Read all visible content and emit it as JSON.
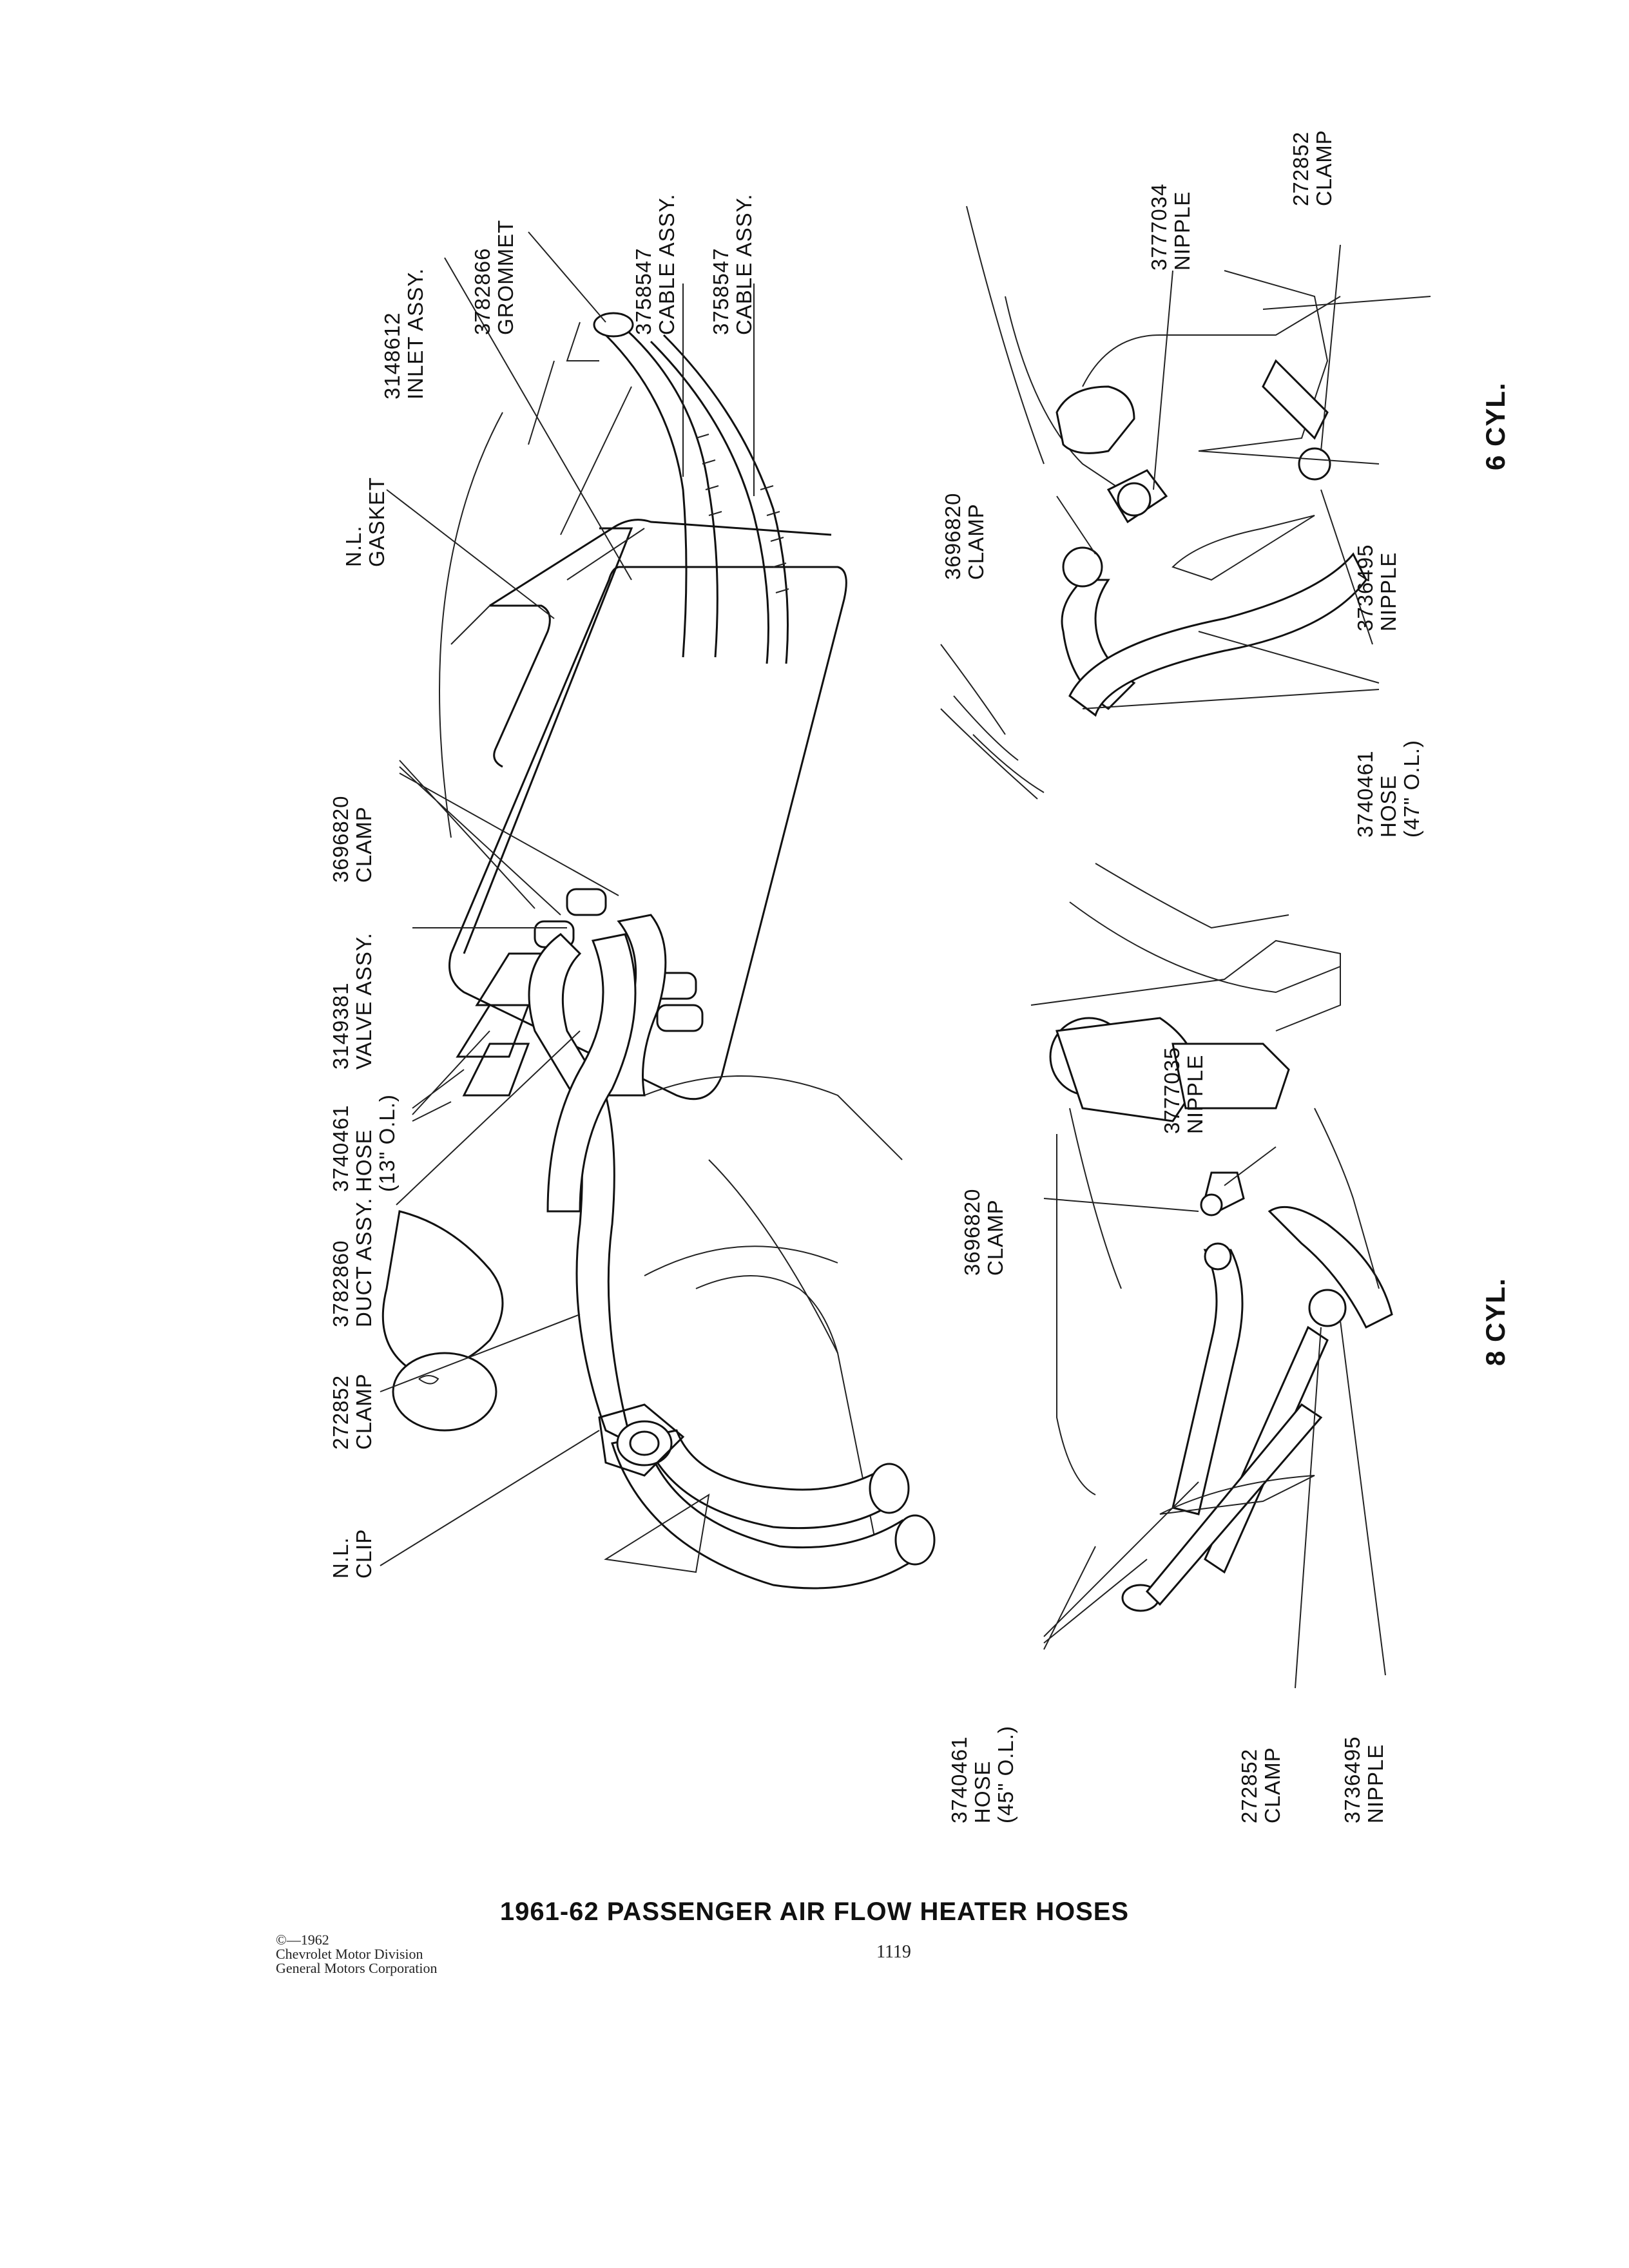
{
  "title": "1961-62 PASSENGER AIR FLOW HEATER HOSES",
  "copyright": {
    "line1": "©—1962",
    "line2": "Chevrolet Motor Division",
    "line3": "General Motors Corporation"
  },
  "page_number": "1119",
  "views": {
    "v8": "8 CYL.",
    "v6": "6 CYL."
  },
  "callouts": [
    {
      "id": "nl-clip",
      "l1": "N.L.",
      "l2": "CLIP",
      "l3": ""
    },
    {
      "id": "clamp-272852-a",
      "l1": "272852",
      "l2": "CLAMP",
      "l3": ""
    },
    {
      "id": "duct-assy",
      "l1": "3782860",
      "l2": "DUCT ASSY.",
      "l3": ""
    },
    {
      "id": "hose-13",
      "l1": "3740461",
      "l2": "HOSE",
      "l3": "(13\" O.L.)"
    },
    {
      "id": "valve-assy",
      "l1": "3149381",
      "l2": "VALVE ASSY.",
      "l3": ""
    },
    {
      "id": "clamp-3696820-a",
      "l1": "3696820",
      "l2": "CLAMP",
      "l3": ""
    },
    {
      "id": "nl-gasket",
      "l1": "N.L.",
      "l2": "GASKET",
      "l3": ""
    },
    {
      "id": "inlet-assy",
      "l1": "3148612",
      "l2": "INLET ASSY.",
      "l3": ""
    },
    {
      "id": "grommet",
      "l1": "3782866",
      "l2": "GROMMET",
      "l3": ""
    },
    {
      "id": "cable-assy-a",
      "l1": "3758547",
      "l2": "CABLE ASSY.",
      "l3": ""
    },
    {
      "id": "cable-assy-b",
      "l1": "3758547",
      "l2": "CABLE ASSY.",
      "l3": ""
    },
    {
      "id": "hose-45",
      "l1": "3740461",
      "l2": "HOSE",
      "l3": "(45\" O.L.)"
    },
    {
      "id": "clamp-3696820-b",
      "l1": "3696820",
      "l2": "CLAMP",
      "l3": ""
    },
    {
      "id": "nipple-3777035",
      "l1": "3777035",
      "l2": "NIPPLE",
      "l3": ""
    },
    {
      "id": "clamp-272852-b",
      "l1": "272852",
      "l2": "CLAMP",
      "l3": ""
    },
    {
      "id": "nipple-3736495-a",
      "l1": "3736495",
      "l2": "NIPPLE",
      "l3": ""
    },
    {
      "id": "clamp-3696820-c",
      "l1": "3696820",
      "l2": "CLAMP",
      "l3": ""
    },
    {
      "id": "nipple-3777034",
      "l1": "3777034",
      "l2": "NIPPLE",
      "l3": ""
    },
    {
      "id": "clamp-272852-c",
      "l1": "272852",
      "l2": "CLAMP",
      "l3": ""
    },
    {
      "id": "nipple-3736495-b",
      "l1": "3736495",
      "l2": "NIPPLE",
      "l3": ""
    },
    {
      "id": "hose-47",
      "l1": "3740461",
      "l2": "HOSE",
      "l3": "(47\" O.L.)"
    }
  ]
}
